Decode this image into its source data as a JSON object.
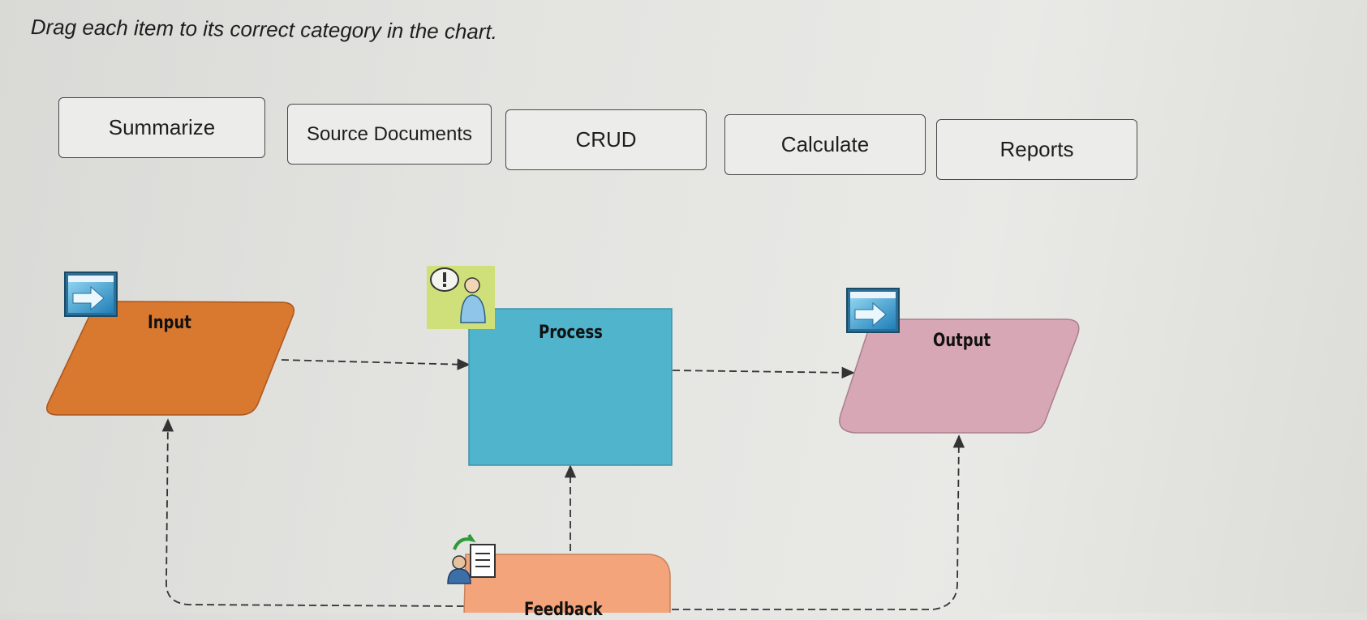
{
  "instruction": "Drag each item to its correct category in the chart.",
  "drag_items": [
    "Summarize",
    "Source Documents",
    "CRUD",
    "Calculate",
    "Reports"
  ],
  "categories": {
    "input": "Input",
    "process": "Process",
    "output": "Output",
    "feedback": "Feedback"
  },
  "colors": {
    "input": "#d9782f",
    "process": "#4fb4cc",
    "output": "#d8a7b5",
    "feedback": "#f4a47a",
    "connector": "#333333"
  },
  "icons": {
    "input": "import-arrow-icon",
    "process": "user-alert-icon",
    "output": "export-arrow-icon",
    "feedback": "user-document-icon"
  }
}
